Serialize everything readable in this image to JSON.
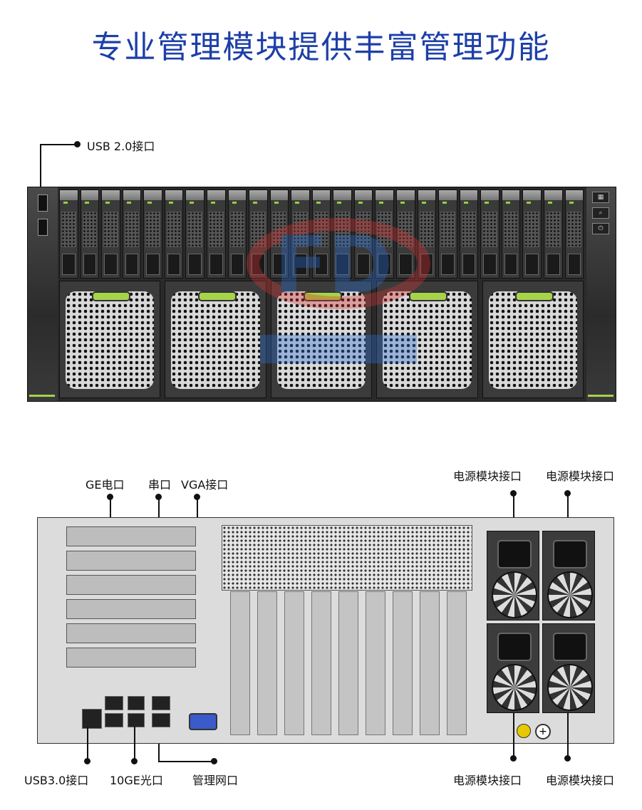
{
  "title": "专业管理模块提供丰富管理功能",
  "front_labels": {
    "usb2": "USB 2.0接口"
  },
  "rear_top_labels": {
    "ge_electric": "GE电口",
    "serial": "串口",
    "vga": "VGA接口",
    "psu_top_1": "电源模块接口",
    "psu_top_2": "电源模块接口"
  },
  "rear_bottom_labels": {
    "usb3": "USB3.0接口",
    "ge10_optical": "10GE光口",
    "mgmt": "管理网口",
    "psu_bottom_1": "电源模块接口",
    "psu_bottom_2": "电源模块接口"
  },
  "colors": {
    "title": "#1d3fa8",
    "accent_green": "#a7d34a",
    "vga_blue": "#3a5bc9"
  },
  "icons": {
    "power": "power-icon",
    "search": "magnifier-icon"
  }
}
